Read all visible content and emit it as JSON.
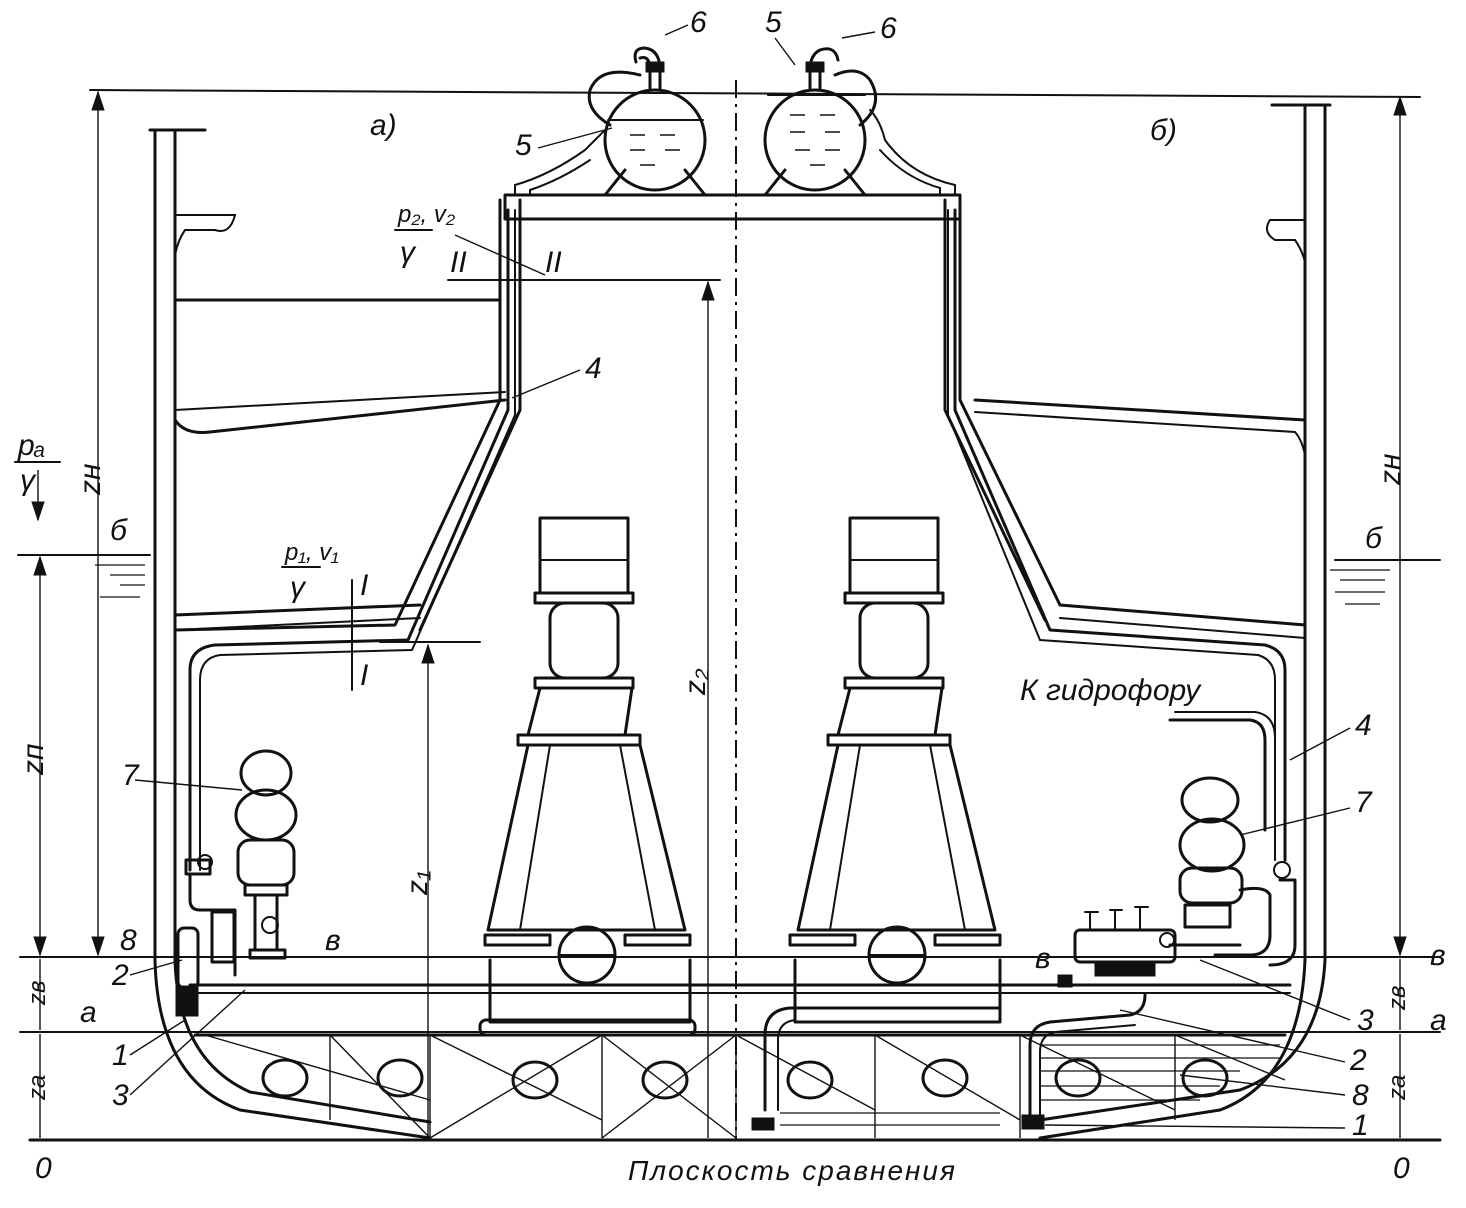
{
  "labels": {
    "panel_a": "а)",
    "panel_b": "б)",
    "caption": "Плоскость сравнения",
    "to_hydrophore": "К гидрофору",
    "section_1": "I",
    "section_2": "II",
    "p1_v1": "p₁, v₁",
    "p2_v2": "p₂, v₂",
    "gamma": "γ",
    "pa": "pₐ",
    "z_n": "zн",
    "z_p": "zп",
    "z_v": "zв",
    "z_a": "zа",
    "z_1": "z₁",
    "z_2": "z₂",
    "line_b": "б",
    "line_v": "в",
    "line_a": "а",
    "zero": "0",
    "n1": "1",
    "n2": "2",
    "n3": "3",
    "n4": "4",
    "n5": "5",
    "n6": "6",
    "n7": "7",
    "n8": "8"
  }
}
